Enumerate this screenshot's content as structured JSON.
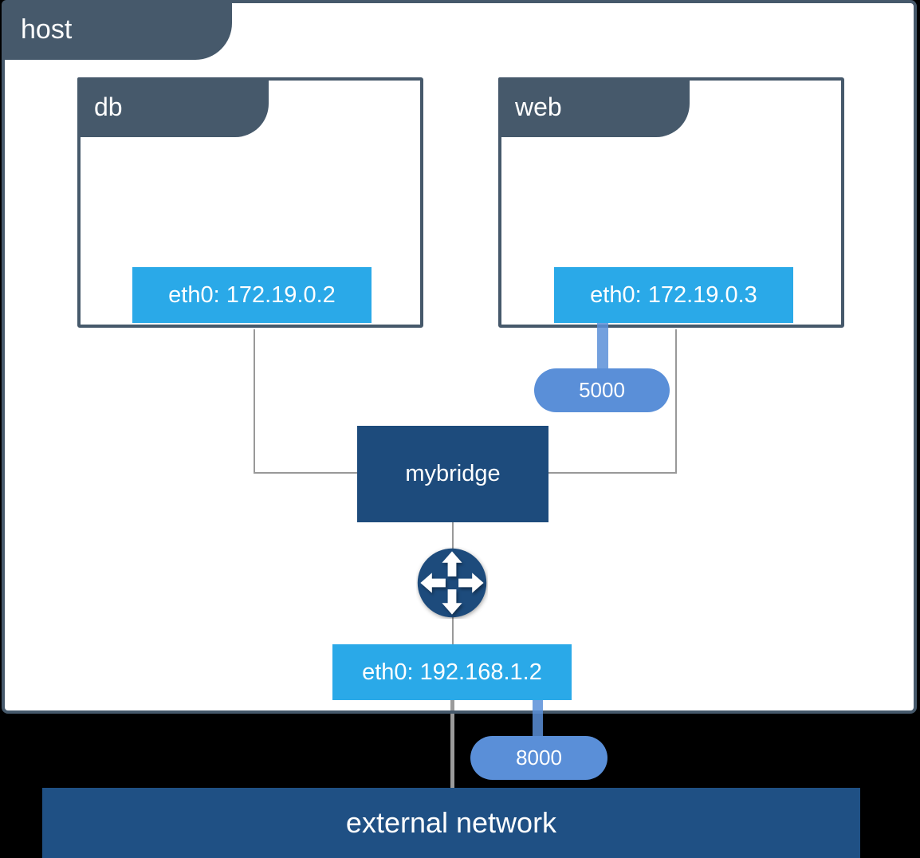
{
  "colors": {
    "page_bg": "#000000",
    "slate": "#46596B",
    "iface_blue": "#2AA9E8",
    "bridge_navy": "#1D4B7C",
    "external_navy": "#1F5084",
    "pill_blue": "#5A8FD8",
    "line_gray": "#999999",
    "text_white": "#FFFFFF"
  },
  "host": {
    "label": "host"
  },
  "containers": [
    {
      "label": "db",
      "iface": "eth0: 172.19.0.2"
    },
    {
      "label": "web",
      "iface": "eth0: 172.19.0.3"
    }
  ],
  "bridge": {
    "label": "mybridge"
  },
  "host_iface": {
    "label": "eth0: 192.168.1.2"
  },
  "ports": [
    {
      "label": "5000"
    },
    {
      "label": "8000"
    }
  ],
  "external": {
    "label": "external network"
  },
  "icons": {
    "router": "move-arrows-router-icon"
  }
}
